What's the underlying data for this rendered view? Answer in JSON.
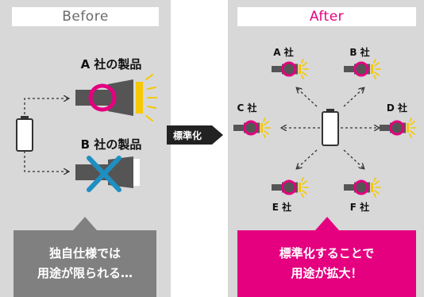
{
  "before": {
    "title": "Before",
    "product_a": "A 社の製品",
    "product_b": "B 社の製品",
    "message_line1": "独自仕様では",
    "message_line2": "用途が限られる…"
  },
  "middle": {
    "label": "標準化"
  },
  "after": {
    "title": "After",
    "companies": {
      "a": "A 社",
      "b": "B 社",
      "c": "C 社",
      "d": "D 社",
      "e": "E 社",
      "f": "F 社"
    },
    "message_line1": "標準化することで",
    "message_line2": "用途が拡大！"
  },
  "colors": {
    "magenta": "#e4007f",
    "yellow": "#f5c800",
    "gray_panel": "#d8d8d8",
    "dark_gray": "#555555",
    "cross_blue": "#1f8fc2"
  },
  "icons": [
    "battery-icon",
    "flashlight-icon",
    "cross-icon",
    "arrow-icon"
  ]
}
